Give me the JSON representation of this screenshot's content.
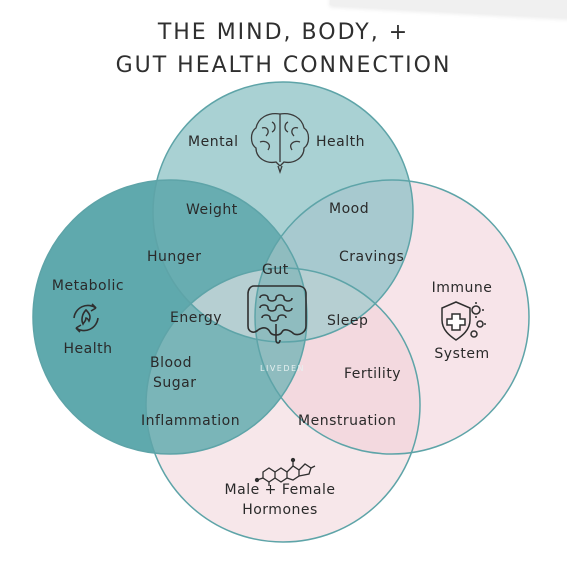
{
  "title": {
    "line1": "THE MIND, BODY, +",
    "line2": "GUT HEALTH CONNECTION"
  },
  "circles": {
    "mental": {
      "left_label": "Mental",
      "right_label": "Health",
      "icon": "brain-icon"
    },
    "metabolic": {
      "line1": "Metabolic",
      "line2": "Health",
      "icon": "metabolism-flame-icon"
    },
    "immune": {
      "line1": "Immune",
      "line2": "System",
      "icon": "shield-cross-icon"
    },
    "hormones": {
      "line1": "Male + Female",
      "line2": "Hormones",
      "icon": "molecule-icon"
    }
  },
  "overlaps": {
    "weight": "Weight",
    "hunger": "Hunger",
    "mood": "Mood",
    "cravings": "Cravings",
    "energy": "Energy",
    "sleep": "Sleep",
    "blood_sugar_1": "Blood",
    "blood_sugar_2": "Sugar",
    "fertility": "Fertility",
    "inflammation": "Inflammation",
    "menstruation": "Menstruation"
  },
  "center": {
    "label": "Gut",
    "icon": "intestine-icon",
    "watermark": "LIVEDEN"
  },
  "colors": {
    "teal_dark": "#5fa9ad",
    "teal_light": "#a9cfd1",
    "pink_light": "#f7e3e8",
    "stroke": "#4c9aa0"
  }
}
